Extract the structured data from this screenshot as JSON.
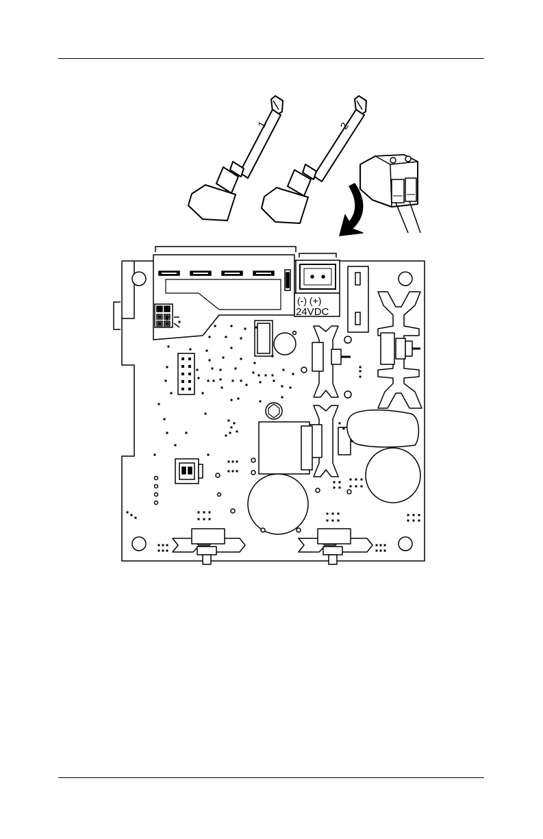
{
  "figure": {
    "polarity_label": "(-) (+)",
    "voltage_label": "24VDC",
    "wire_marks": [
      "1",
      "2"
    ]
  },
  "colors": {
    "ink": "#000000",
    "paper": "#ffffff",
    "label_box": "#ffffff"
  }
}
